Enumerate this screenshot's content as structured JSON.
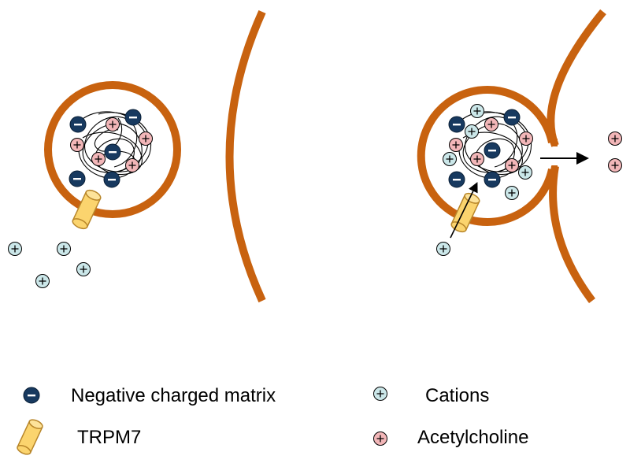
{
  "legend": {
    "matrix": "Negative charged matrix",
    "trpm7": "TRPM7",
    "cations": "Cations",
    "acetylcholine": "Acetylcholine"
  },
  "symbols": {
    "minus": "–",
    "plus": "+"
  },
  "colors": {
    "membrane": "#c8620f",
    "matrix_particle": "#17395f",
    "cation": "#cbe7e9",
    "acetylcholine": "#f2b6b8",
    "channel": "#fbd46e",
    "channel_stroke": "#b8862a"
  },
  "icons": [
    "negative-matrix-particle-icon",
    "trpm7-channel-icon",
    "cation-icon",
    "acetylcholine-icon",
    "arrow-icon"
  ]
}
